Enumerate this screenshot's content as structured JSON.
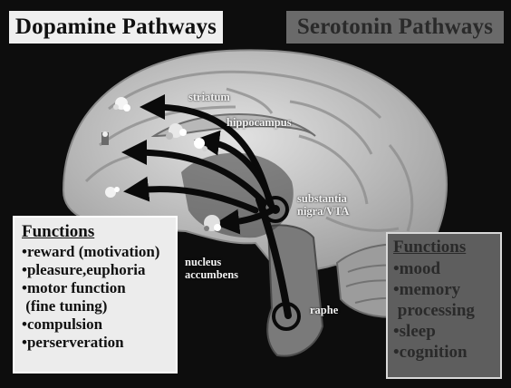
{
  "dopamine_title": "Dopamine Pathways",
  "serotonin_title": "Serotonin Pathways",
  "labels": {
    "striatum": "striatum",
    "hippocampus": "hippocampus",
    "substantia": "substantia\nnigra/VTA",
    "nucleus": "nucleus\naccumbens",
    "raphe": "raphe"
  },
  "dopamine_functions": {
    "heading": "Functions",
    "items": [
      "•reward (motivation)",
      "•pleasure,euphoria",
      "•motor function",
      " (fine tuning)",
      "•compulsion",
      "•perserveration"
    ]
  },
  "serotonin_functions": {
    "heading": "Functions",
    "items": [
      "•mood",
      "•memory",
      " processing",
      "•sleep",
      "•cognition"
    ]
  },
  "colors": {
    "background": "#0d0d0d",
    "brain": "#cfcfcf",
    "dopamine_arrow": "#0a0a0a",
    "serotonin_box": "#5e5e5e"
  }
}
